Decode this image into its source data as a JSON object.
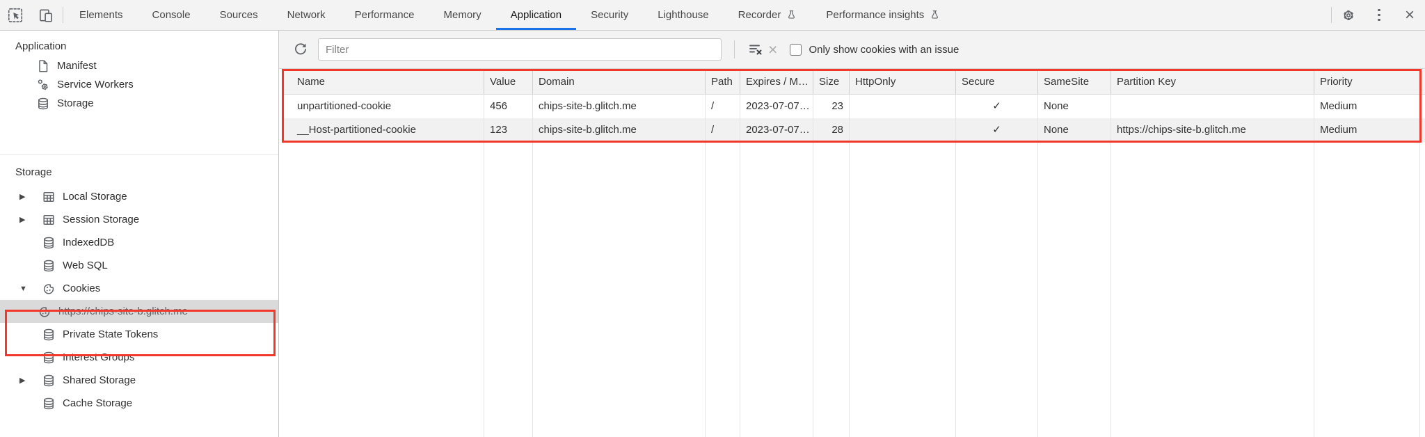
{
  "tabbar": {
    "tabs": [
      {
        "label": "Elements",
        "selected": false
      },
      {
        "label": "Console",
        "selected": false
      },
      {
        "label": "Sources",
        "selected": false
      },
      {
        "label": "Network",
        "selected": false
      },
      {
        "label": "Performance",
        "selected": false
      },
      {
        "label": "Memory",
        "selected": false
      },
      {
        "label": "Application",
        "selected": true
      },
      {
        "label": "Security",
        "selected": false
      },
      {
        "label": "Lighthouse",
        "selected": false
      },
      {
        "label": "Recorder",
        "selected": false,
        "experiment_flask": true
      },
      {
        "label": "Performance insights",
        "selected": false,
        "experiment_flask": true
      }
    ]
  },
  "filterbar": {
    "filter_value": "",
    "filter_placeholder": "Filter",
    "checkbox_label": "Only show cookies with an issue",
    "checkbox_checked": false
  },
  "sidebar": {
    "sections": [
      {
        "title": "Application",
        "items": [
          {
            "label": "Manifest",
            "icon": "file-icon"
          },
          {
            "label": "Service Workers",
            "icon": "gears-icon"
          },
          {
            "label": "Storage",
            "icon": "database-icon"
          }
        ]
      },
      {
        "title": "Storage",
        "items": [
          {
            "label": "Local Storage",
            "icon": "table-icon",
            "arrow": "collapsed"
          },
          {
            "label": "Session Storage",
            "icon": "table-icon",
            "arrow": "collapsed"
          },
          {
            "label": "IndexedDB",
            "icon": "database-icon"
          },
          {
            "label": "Web SQL",
            "icon": "database-icon"
          },
          {
            "label": "Cookies",
            "icon": "cookie-icon",
            "arrow": "expanded",
            "annotated": true
          },
          {
            "label": "https://chips-site-b.glitch.me",
            "icon": "cookie-icon",
            "child": true,
            "selected": true,
            "annotated": true
          },
          {
            "label": "Private State Tokens",
            "icon": "database-icon"
          },
          {
            "label": "Interest Groups",
            "icon": "database-icon"
          },
          {
            "label": "Shared Storage",
            "icon": "database-icon",
            "arrow": "collapsed"
          },
          {
            "label": "Cache Storage",
            "icon": "database-icon"
          }
        ]
      }
    ],
    "expanded_arrow": "▼",
    "collapsed_arrow": "▶"
  },
  "cookie_table": {
    "columns": [
      "Name",
      "Value",
      "Domain",
      "Path",
      "Expires / M…",
      "Size",
      "HttpOnly",
      "Secure",
      "SameSite",
      "Partition Key",
      "Priority"
    ],
    "rows": [
      {
        "name": "unpartitioned-cookie",
        "value": "456",
        "domain": "chips-site-b.glitch.me",
        "path": "/",
        "expires": "2023-07-07…",
        "size": "23",
        "http_only": "",
        "secure": "✓",
        "same_site": "None",
        "partition_key": "",
        "priority": "Medium"
      },
      {
        "name": "__Host-partitioned-cookie",
        "value": "123",
        "domain": "chips-site-b.glitch.me",
        "path": "/",
        "expires": "2023-07-07…",
        "size": "28",
        "http_only": "",
        "secure": "✓",
        "same_site": "None",
        "partition_key": "https://chips-site-b.glitch.me",
        "priority": "Medium"
      }
    ]
  },
  "colors": {
    "accent_blue": "#1a73e8",
    "annotation_red": "#f2372b",
    "selected_item_bg": "#dadada",
    "row_stripe": "#f1f1f2",
    "toolbar_bg": "#f3f3f3"
  }
}
